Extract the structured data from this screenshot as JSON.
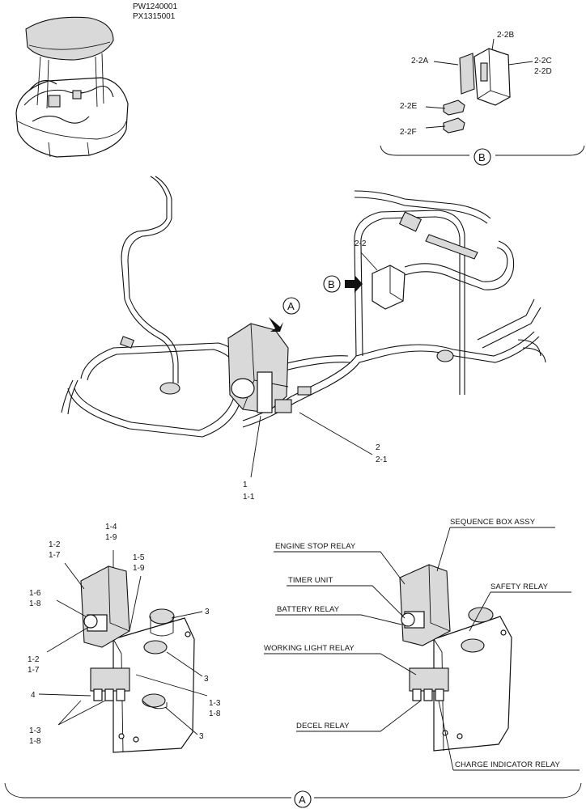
{
  "model_codes": [
    "PW1240001",
    "PX1315001"
  ],
  "detail_b": {
    "labels": [
      "2-2B",
      "2-2A",
      "2-2C",
      "2-2D",
      "2-2E",
      "2-2F"
    ],
    "callout": "B"
  },
  "main_view": {
    "callout_a": "A",
    "callout_b": "B",
    "labels": {
      "l_2_2": "2-2",
      "l_2": "2",
      "l_2_1": "2-1",
      "l_1": "1",
      "l_1_1": "1-1"
    }
  },
  "detail_a_left": {
    "labels": [
      "1-4",
      "1-9",
      "1-2",
      "1-7",
      "1-5",
      "1-9",
      "1-6",
      "1-8",
      "3",
      "1-2",
      "1-7",
      "3",
      "4",
      "1-3",
      "1-8",
      "1-3",
      "1-8",
      "3"
    ]
  },
  "detail_a_right": {
    "captions": {
      "sequence_box": "SEQUENCE BOX ASSY",
      "engine_stop": "ENGINE STOP RELAY",
      "timer_unit": "TIMER UNIT",
      "safety_relay": "SAFETY RELAY",
      "battery_relay": "BATTERY RELAY",
      "working_light": "WORKING LIGHT RELAY",
      "decel_relay": "DECEL RELAY",
      "charge_indicator": "CHARGE INDICATOR RELAY"
    }
  },
  "bottom_callout": "A"
}
